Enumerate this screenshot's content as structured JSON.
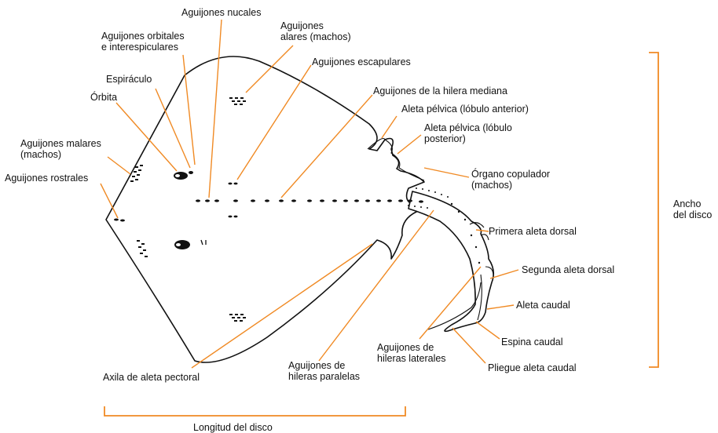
{
  "colors": {
    "leader": "#f08a24",
    "outline": "#111111",
    "background": "#ffffff"
  },
  "labels": {
    "nucales": "Aguijones nucales",
    "orbitales_1": "Aguijones orbitales",
    "orbitales_2": "e interespiculares",
    "alares_1": "Aguijones",
    "alares_2": "alares (machos)",
    "escapulares": "Aguijones escapulares",
    "espiraculo": "Espiráculo",
    "orbita": "Órbita",
    "hilera_mediana": "Aguijones de la hilera mediana",
    "pelvica_anterior": "Aleta pélvica (lóbulo anterior)",
    "pelvica_posterior_1": "Aleta pélvica (lóbulo",
    "pelvica_posterior_2": "posterior)",
    "malares_1": "Aguijones malares",
    "malares_2": "(machos)",
    "copulador_1": "Órgano copulador",
    "copulador_2": "(machos)",
    "rostrales": "Aguijones rostrales",
    "ancho_1": "Ancho",
    "ancho_2": "del disco",
    "primera_dorsal": "Primera aleta dorsal",
    "segunda_dorsal": "Segunda aleta dorsal",
    "caudal": "Aleta caudal",
    "espina_caudal": "Espina caudal",
    "laterales_1": "Aguijones de",
    "laterales_2": "hileras laterales",
    "pliegue": "Pliegue aleta caudal",
    "axila": "Axila de aleta pectoral",
    "paralelas_1": "Aguijones de",
    "paralelas_2": "hileras paralelas",
    "longitud": "Longitud del disco"
  }
}
